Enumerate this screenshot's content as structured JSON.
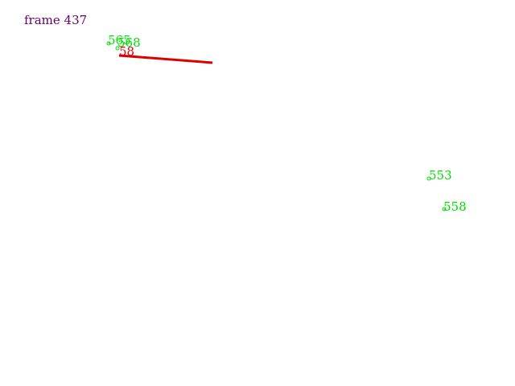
{
  "frame": {
    "label": "frame 437"
  },
  "colors": {
    "frame": "#660066",
    "track_point": "#00dd00",
    "track_segment": "#dd0000",
    "background": "#ffffff"
  },
  "track_points": [
    {
      "id": "565",
      "label": "565"
    },
    {
      "id": "568",
      "label": "568"
    },
    {
      "id": "553",
      "label": "553"
    },
    {
      "id": "558",
      "label": "558"
    }
  ],
  "track_segment": {
    "id": "58",
    "label": "58"
  }
}
